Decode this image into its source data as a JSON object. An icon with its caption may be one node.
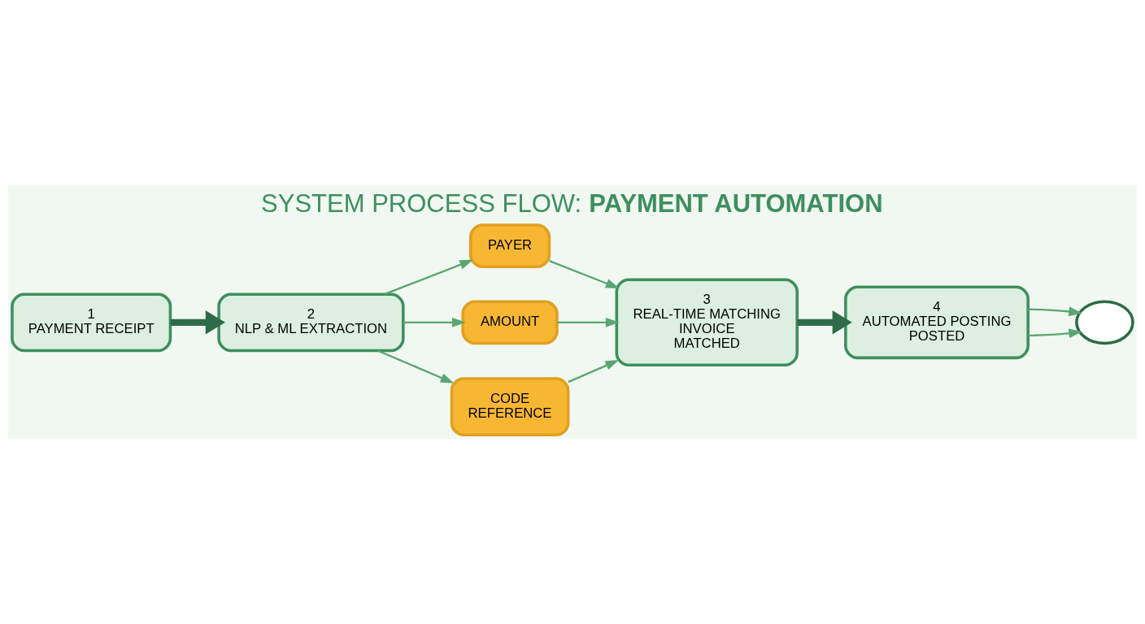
{
  "diagram": {
    "title": "SYSTEM PROCESS FLOW: **PAYMENT AUTOMATION**",
    "nodes": [
      {
        "text": [
          "1",
          "PAYMENT RECEIPT"
        ]
      },
      {
        "text": [
          "2",
          "NLP & ML EXTRACTION"
        ]
      },
      {
        "text": [
          "PAYER"
        ]
      },
      {
        "text": [
          "AMOUNT"
        ]
      },
      {
        "text": [
          "CODE",
          "REFERENCE"
        ]
      },
      {
        "text": [
          "3",
          "REAL-TIME MATCHING",
          "INVOICE",
          "MATCHED"
        ]
      },
      {
        "text": [
          "4",
          "AUTOMATED POSTING",
          "POSTED"
        ]
      },
      {
        "text": [],
        "shape": "cloud"
      }
    ],
    "edges": [
      {
        "from": 0,
        "to": 1,
        "arrow": "to",
        "style": "thick"
      },
      {
        "from": 1,
        "to": 2,
        "arrow": "to"
      },
      {
        "from": 1,
        "to": 3,
        "arrow": "to"
      },
      {
        "from": 1,
        "to": 4,
        "arrow": "to"
      },
      {
        "from": 2,
        "to": 5,
        "arrow": "to"
      },
      {
        "from": 3,
        "to": 5,
        "arrow": "to"
      },
      {
        "from": 4,
        "to": 5,
        "arrow": "to"
      },
      {
        "from": 5,
        "to": 6,
        "arrow": "to",
        "style": "thick"
      },
      {
        "from": 6,
        "to": 7,
        "arrow": "to"
      },
      {
        "from": 6,
        "to": 7,
        "arrow": "to"
      }
    ]
  }
}
